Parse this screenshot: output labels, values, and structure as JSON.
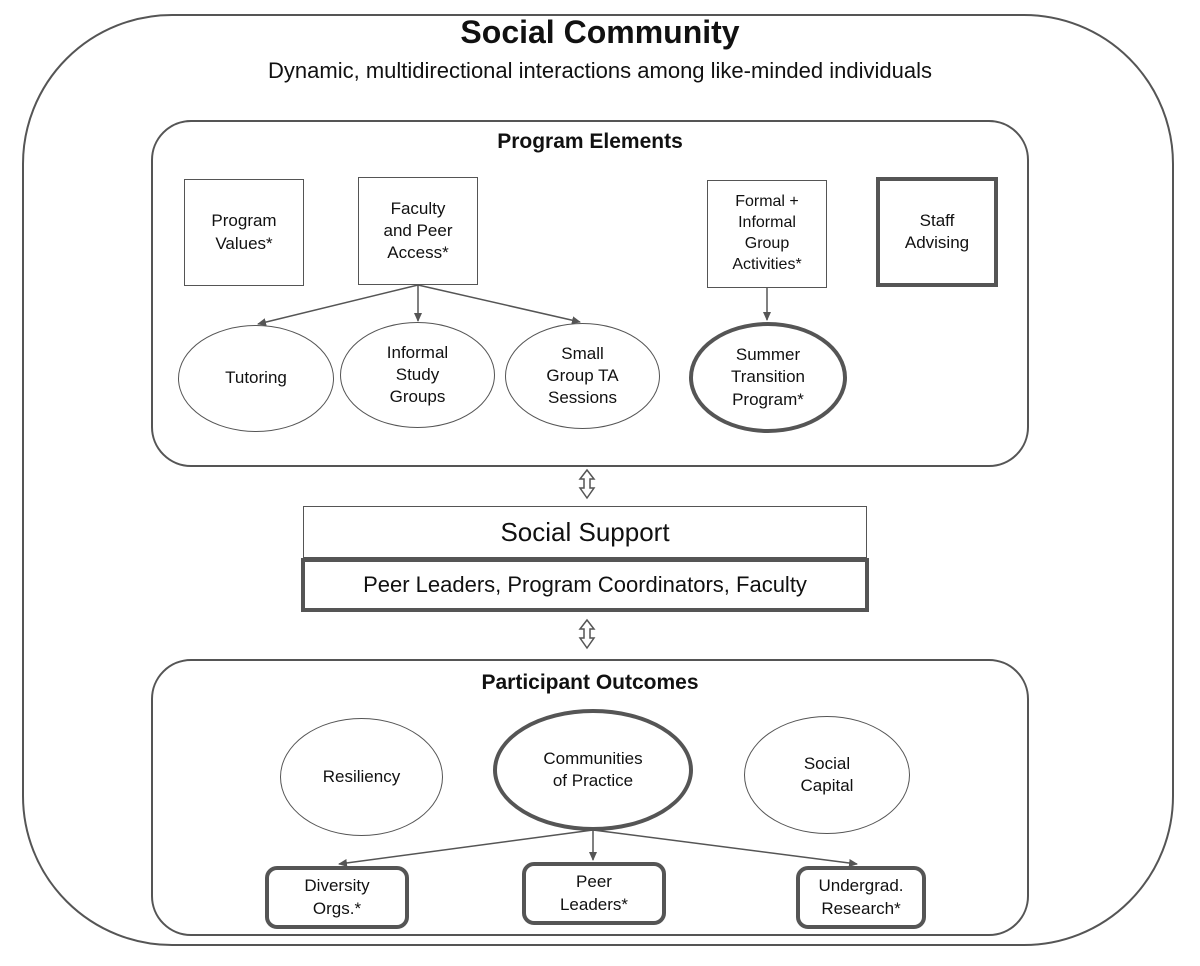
{
  "title": "Social Community",
  "subtitle": "Dynamic, multidirectional interactions among like-minded individuals",
  "program_elements": {
    "title": "Program Elements",
    "program_values": "Program\nValues*",
    "faculty_peer_access": "Faculty\nand Peer\nAccess*",
    "group_activities": "Formal +\nInformal\nGroup\nActivities*",
    "staff_advising": "Staff\nAdvising",
    "tutoring": "Tutoring",
    "informal_study_groups": "Informal\nStudy\nGroups",
    "small_group_ta": "Small\nGroup TA\nSessions",
    "summer_transition": "Summer\nTransition\nProgram*"
  },
  "social_support": {
    "title": "Social Support",
    "providers": "Peer Leaders, Program Coordinators, Faculty"
  },
  "participant_outcomes": {
    "title": "Participant Outcomes",
    "resiliency": "Resiliency",
    "communities_of_practice": "Communities\nof Practice",
    "social_capital": "Social\nCapital",
    "diversity_orgs": "Diversity\nOrgs.*",
    "peer_leaders": "Peer\nLeaders*",
    "undergrad_research": "Undergrad.\nResearch*"
  }
}
